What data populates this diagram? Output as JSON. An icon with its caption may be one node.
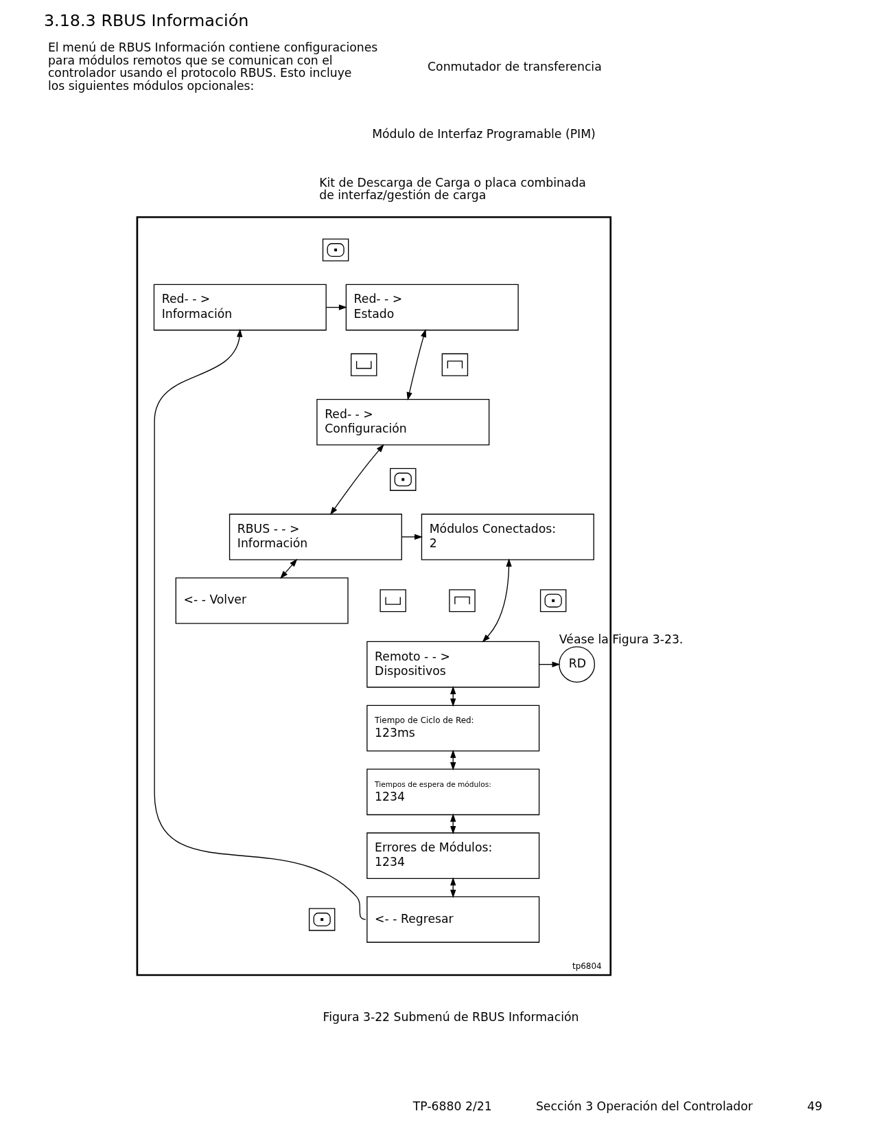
{
  "diagram": {
    "title": "3.18.3 RBUS Información",
    "caption": "Figura 3-22 Submenú de RBUS Información",
    "nodes": [
      {
        "text": [
          "tp6804"
        ]
      },
      {
        "text": [],
        "shape": "picture",
        "in": 0
      },
      {
        "text": [
          "Red- - >",
          "Información"
        ],
        "in": 0
      },
      {
        "text": [
          "Red- - >",
          "Estado"
        ],
        "in": 0
      },
      {
        "text": [],
        "shape": "picture",
        "in": 0
      },
      {
        "text": [],
        "shape": "picture",
        "in": 0
      },
      {
        "text": [
          "Red- - >",
          "Configuración"
        ],
        "in": 0
      },
      {
        "text": [],
        "shape": "picture",
        "in": 0
      },
      {
        "text": [
          "RBUS - - >",
          "Información"
        ],
        "in": 0
      },
      {
        "text": [
          "Módulos Conectados:",
          "2"
        ],
        "in": 0
      },
      {
        "text": [],
        "shape": "picture",
        "in": 0
      },
      {
        "text": [],
        "shape": "picture",
        "in": 0
      },
      {
        "text": [
          "<- - Volver"
        ],
        "in": 0
      },
      {
        "text": [],
        "shape": "picture",
        "in": 0
      },
      {
        "text": [
          "Remoto - - >",
          "Dispositivos"
        ],
        "in": 0
      },
      {
        "text": [
          "RD"
        ],
        "beside": [
          "Véase la Figura 3-23."
        ],
        "in": 0
      },
      {
        "text": [
          "Tiempo de Ciclo de Red:",
          "123ms"
        ],
        "in": 0
      },
      {
        "text": [
          "Tiempos de espera de módulos:",
          "1234"
        ],
        "in": 0
      },
      {
        "text": [
          "Errores de Módulos:",
          "1234"
        ],
        "in": 0
      },
      {
        "text": [],
        "shape": "picture",
        "in": 0
      },
      {
        "text": [
          "<- - Regresar"
        ],
        "in": 0
      }
    ],
    "edges": [
      {
        "from": 2,
        "to": 3,
        "arrow": "to"
      },
      {
        "from": 3,
        "to": 6,
        "arrow": "both"
      },
      {
        "from": 6,
        "to": 8,
        "arrow": "both"
      },
      {
        "from": 8,
        "to": 9,
        "arrow": "to"
      },
      {
        "from": 8,
        "to": 12,
        "arrow": "both"
      },
      {
        "from": 9,
        "to": 14,
        "arrow": "both"
      },
      {
        "from": 14,
        "to": 15,
        "arrow": "to"
      },
      {
        "from": 14,
        "to": 16,
        "arrow": "both"
      },
      {
        "from": 16,
        "to": 17,
        "arrow": "both"
      },
      {
        "from": 17,
        "to": 18,
        "arrow": "both"
      },
      {
        "from": 18,
        "to": 20,
        "arrow": "both"
      },
      {
        "from": 20,
        "to": 2,
        "arrow": "to"
      }
    ],
    "labels": [
      "El menú de RBUS Información contiene configuraciones para módulos remotos que se comunican con el controlador usando el protocolo RBUS. Esto incluye los siguientes módulos opcionales:",
      "Conmutador de transferencia",
      "Módulo de Interfaz Programable (PIM)",
      "Kit de Descarga de Carga o placa combinada de interfaz/gestión de carga",
      "TP-6880 2/21",
      "Sección 3 Operación del Controlador",
      "49"
    ]
  }
}
